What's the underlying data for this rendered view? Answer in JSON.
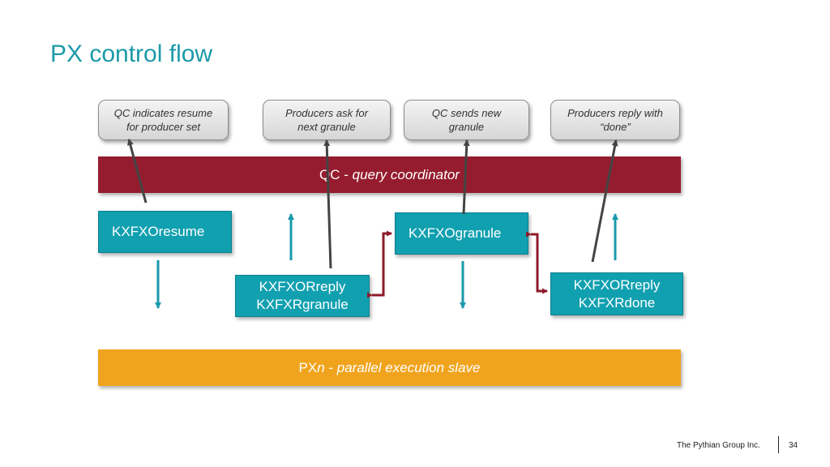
{
  "title": "PX control flow",
  "callouts": [
    {
      "line1": "QC indicates resume",
      "line2": "for producer set"
    },
    {
      "line1": "Producers ask for",
      "line2": "next granule"
    },
    {
      "line1": "QC sends new",
      "line2": "granule"
    },
    {
      "line1": "Producers reply with",
      "line2": "“done”"
    }
  ],
  "qc_bar": {
    "prefix": "QC - ",
    "italic": "query coordinator",
    "color": "#951c2e"
  },
  "px_bar": {
    "prefix": "PX",
    "italic_n": "n",
    "middle": " - ",
    "italic": "parallel execution slave",
    "color": "#f0a41d"
  },
  "messages": {
    "resume": "KXFXOresume",
    "reply_granule": {
      "line1": "KXFXORreply",
      "line2": "KXFXRgranule"
    },
    "granule": "KXFXOgranule",
    "reply_done": {
      "line1": "KXFXORreply",
      "line2": "KXFXRdone"
    }
  },
  "colors": {
    "teal": "#11a0b0",
    "title": "#1c9aa8",
    "dark_red_arrow": "#8e1a2a",
    "teal_arrow": "#1a9aaa"
  },
  "footer": {
    "company": "The Pythian Group Inc.",
    "page": "34"
  }
}
